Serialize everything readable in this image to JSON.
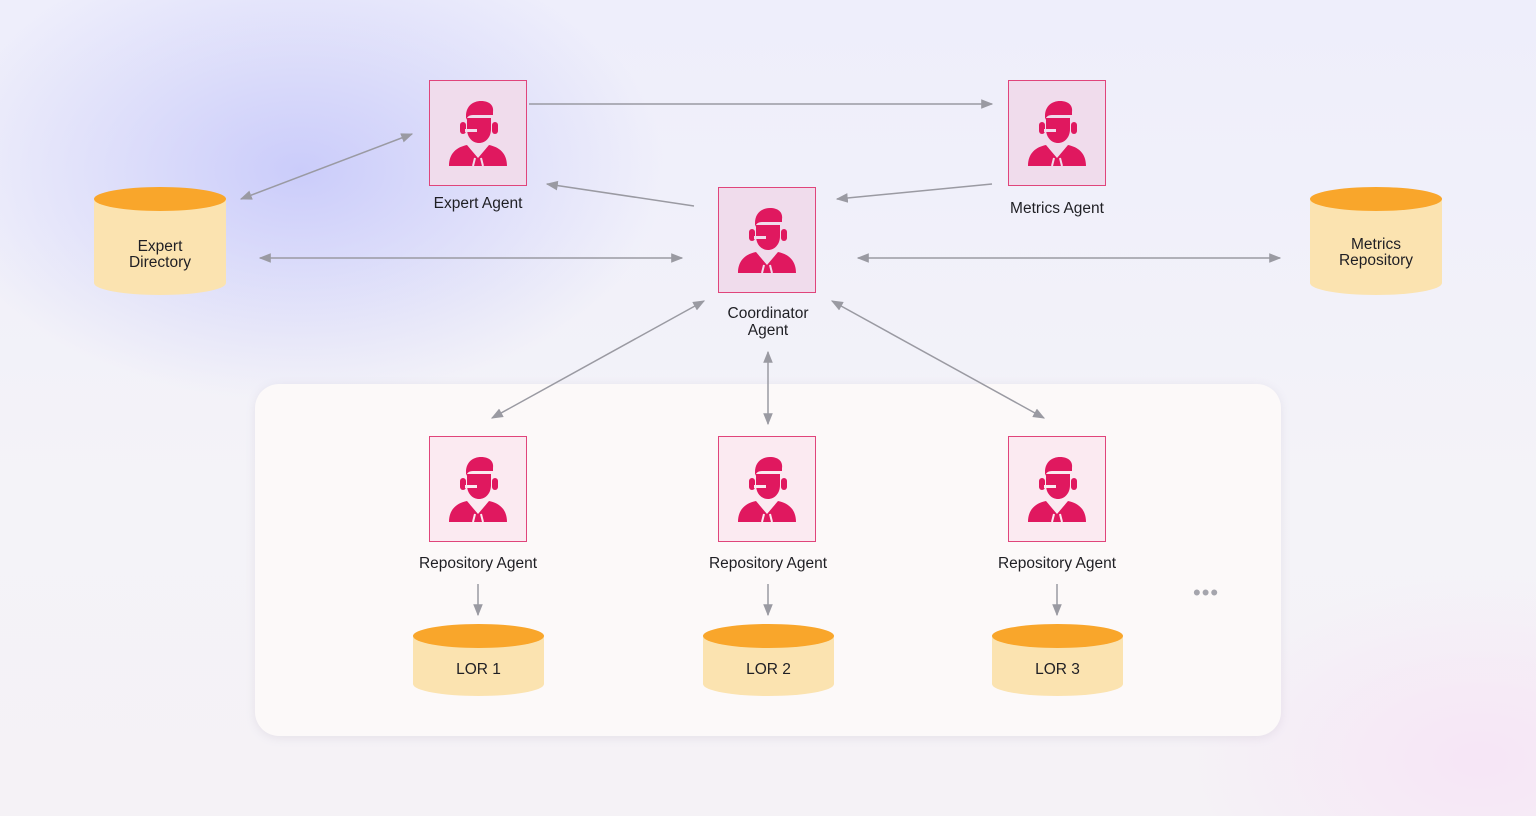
{
  "agents": {
    "expert": "Expert Agent",
    "metrics": "Metrics Agent",
    "coordinator_line1": "Coordinator",
    "coordinator_line2": "Agent",
    "repo1": "Repository Agent",
    "repo2": "Repository Agent",
    "repo3": "Repository Agent"
  },
  "databases": {
    "expert_dir_line1": "Expert",
    "expert_dir_line2": "Directory",
    "metrics_repo_line1": "Metrics",
    "metrics_repo_line2": "Repository",
    "lor1": "LOR 1",
    "lor2": "LOR 2",
    "lor3": "LOR 3"
  },
  "more_indicator": "•••",
  "colors": {
    "agent_border": "#e0457b",
    "agent_icon": "#e0185f",
    "agent_fill": "#f0dcec",
    "db_top": "#f9a62b",
    "db_body": "#fbe3b0",
    "arrow": "#9a9aa2",
    "panel": "#fcf9f9"
  },
  "icons": {
    "agent": "person-with-headset-icon",
    "database": "cylinder-database-icon"
  }
}
